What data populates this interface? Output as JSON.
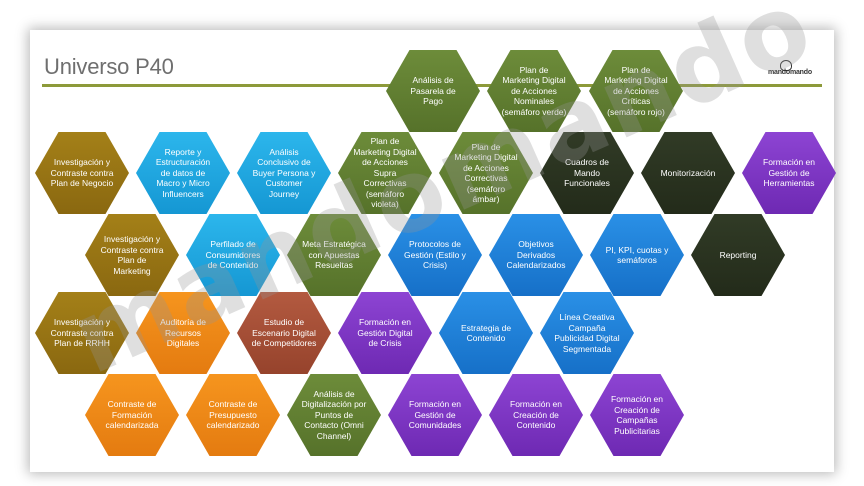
{
  "slide": {
    "title": "Universo P40",
    "logo_text": "mandomando"
  },
  "colors": {
    "olive": "#9a7714",
    "cyan": "#22a8e2",
    "blue": "#1f80d8",
    "orange": "#f08a18",
    "rust": "#a34f36",
    "purple": "#7d37c4",
    "green": "#628232",
    "dark": "#2a3320",
    "rule": "#8d9a3a"
  },
  "hexagons": {
    "h01": "Análisis de Pasarela de Pago",
    "h02": "Plan de Marketing Digital de Acciones Nominales (semáforo verde)",
    "h03": "Plan de Marketing Digital de Acciones Críticas (semáforo rojo)",
    "h04": "Investigación y Contraste contra Plan de Negocio",
    "h05": "Reporte y Estructuración de datos de Macro y Micro Influencers",
    "h06": "Análisis Conclusivo de Buyer Persona y Customer Journey",
    "h07": "Plan de Marketing Digital de Acciones Supra Correctivas (semáforo violeta)",
    "h08": "Plan de Marketing Digital de Acciones Correctivas (semáforo ámbar)",
    "h09": "Cuadros de Mando Funcionales",
    "h10": "Monitorización",
    "h11": "Formación en Gestión de Herramientas",
    "h12": "Investigación y Contraste contra Plan de Marketing",
    "h13": "Perfilado de Consumidores de Contenido",
    "h14": "Meta Estratégica con Apuestas Resueltas",
    "h15": "Protocolos de Gestión (Estilo y Crisis)",
    "h16": "Objetivos Derivados Calendarizados",
    "h17": "PI, KPI, cuotas y semáforos",
    "h18": "Reporting",
    "h19": "Investigación y Contraste contra Plan de RRHH",
    "h20": "Auditoría de Recursos Digitales",
    "h21": "Estudio de Escenario Digital de Competidores",
    "h22": "Formación en Gestión Digital de Crisis",
    "h23": "Estrategia de Contenido",
    "h24": "Línea Creativa Campaña Publicidad Digital Segmentada",
    "h25": "Contraste de Formación calendarizada",
    "h26": "Contraste de Presupuesto calendarizado",
    "h27": "Análisis de Digitalización por Puntos de Contacto (Omni Channel)",
    "h28": "Formación en Gestión de Comunidades",
    "h29": "Formación en Creación de Contenido",
    "h30": "Formación en Creación de Campañas Publicitarias"
  },
  "watermark": "mandomando"
}
